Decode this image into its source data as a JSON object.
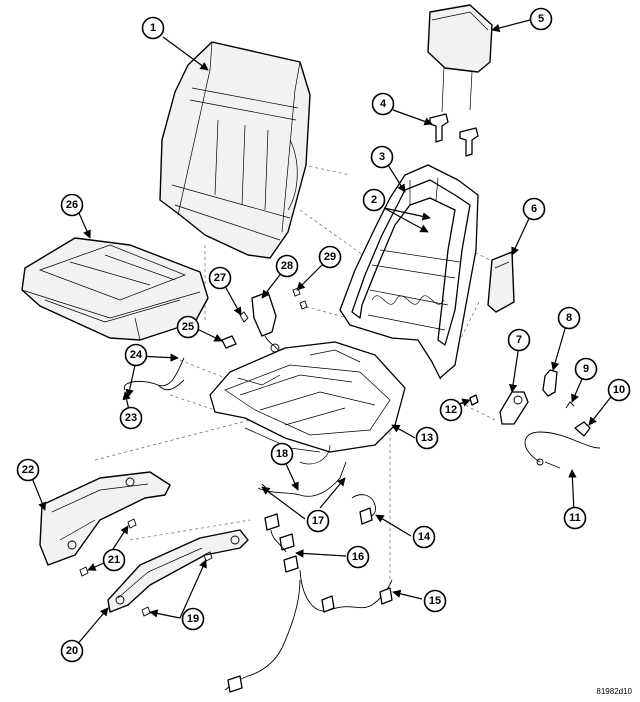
{
  "figure_id": "81982d10",
  "callouts": [
    {
      "label": "1"
    },
    {
      "label": "2"
    },
    {
      "label": "3"
    },
    {
      "label": "4"
    },
    {
      "label": "5"
    },
    {
      "label": "6"
    },
    {
      "label": "7"
    },
    {
      "label": "8"
    },
    {
      "label": "9"
    },
    {
      "label": "10"
    },
    {
      "label": "11"
    },
    {
      "label": "12"
    },
    {
      "label": "13"
    },
    {
      "label": "14"
    },
    {
      "label": "15"
    },
    {
      "label": "16"
    },
    {
      "label": "17"
    },
    {
      "label": "18"
    },
    {
      "label": "19"
    },
    {
      "label": "20"
    },
    {
      "label": "21"
    },
    {
      "label": "22"
    },
    {
      "label": "23"
    },
    {
      "label": "24"
    },
    {
      "label": "25"
    },
    {
      "label": "26"
    },
    {
      "label": "27"
    },
    {
      "label": "28"
    },
    {
      "label": "29"
    }
  ]
}
